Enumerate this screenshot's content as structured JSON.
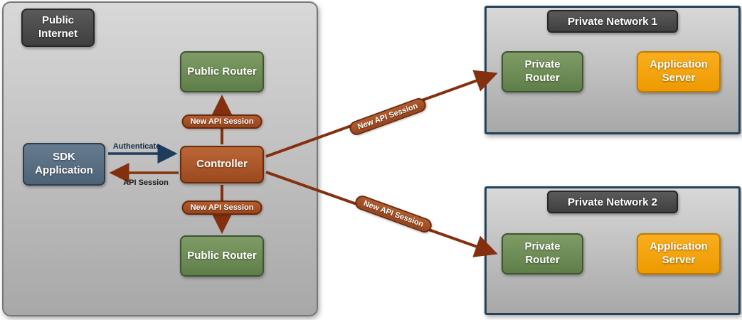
{
  "nodes": {
    "public_internet_label": "Public Internet",
    "sdk_application": "SDK Application",
    "controller": "Controller",
    "public_router_top": "Public Router",
    "public_router_bottom": "Public Router",
    "pn1_label": "Private Network 1",
    "pn1_private_router": "Private Router",
    "pn1_application_server": "Application Server",
    "pn2_label": "Private Network 2",
    "pn2_private_router": "Private Router",
    "pn2_application_server": "Application Server"
  },
  "edges": {
    "authenticate": "Authenticate",
    "api_session": "API Session",
    "new_api_session_top": "New API Session",
    "new_api_session_bottom": "New API Session",
    "new_api_session_pn1": "New API Session",
    "new_api_session_pn2": "New API Session"
  },
  "colors": {
    "router_green": "#6e8e55",
    "sdk_blue": "#5a7185",
    "controller_brown": "#a9552b",
    "application_server_orange": "#f4a40f",
    "arrow_brown": "#84300e",
    "arrow_navy": "#1e3c5c",
    "zone_gray": "#bfbfbf",
    "tag_dark_gray": "#4a4a4a",
    "private_network_border": "#23425a"
  }
}
